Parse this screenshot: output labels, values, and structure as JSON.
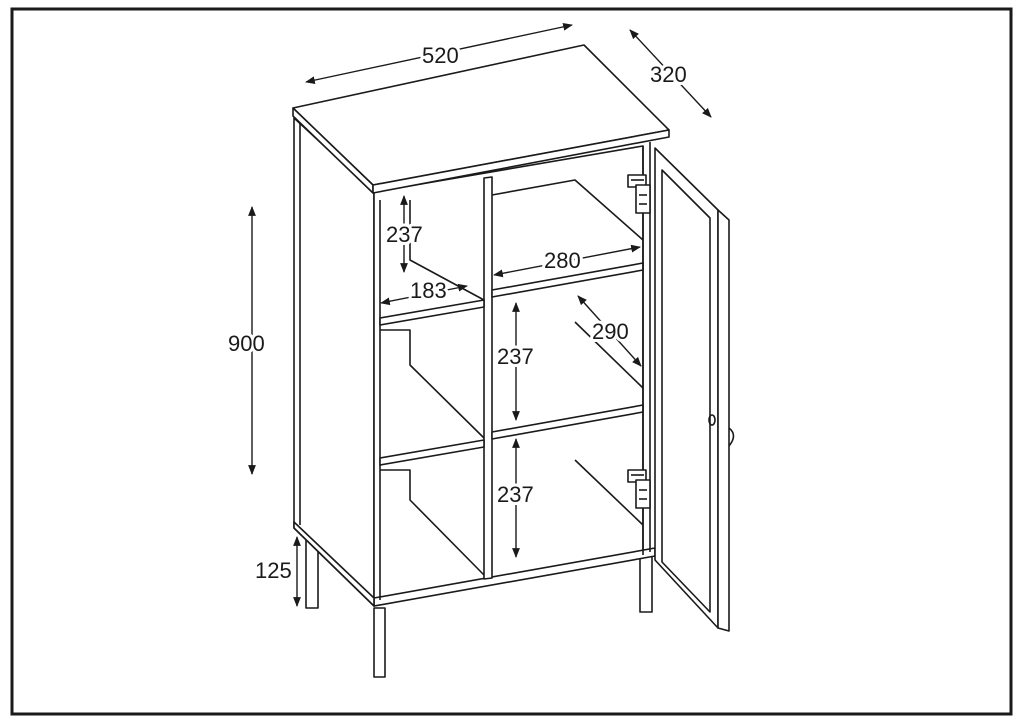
{
  "dimensions": {
    "width": "520",
    "depth": "320",
    "height": "900",
    "leg_height": "125",
    "top_compartment_height": "237",
    "compartment_width": "183",
    "shelf_width": "280",
    "shelf_depth": "290",
    "middle_compartment_height": "237",
    "bottom_compartment_height": "237"
  }
}
